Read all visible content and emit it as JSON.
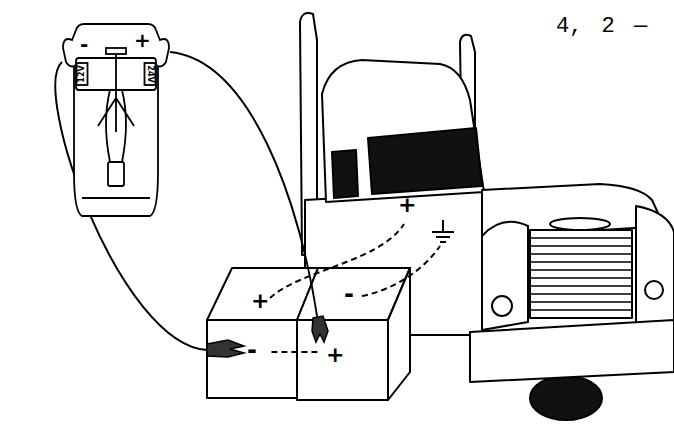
{
  "diagram": {
    "nodes": [
      {
        "text": [
          "-",
          "+",
          "12V",
          "24V"
        ]
      },
      {
        "text": [
          "+",
          "-"
        ]
      },
      {
        "text": [
          "-",
          "+"
        ]
      }
    ],
    "edges": [
      {
        "from": 0,
        "to": 1,
        "arrow": "none"
      },
      {
        "from": 0,
        "to": 2,
        "arrow": "none"
      },
      {
        "from": 1,
        "to": 2,
        "arrow": "none"
      }
    ],
    "labels": [
      "4, 2 —",
      "+"
    ]
  }
}
